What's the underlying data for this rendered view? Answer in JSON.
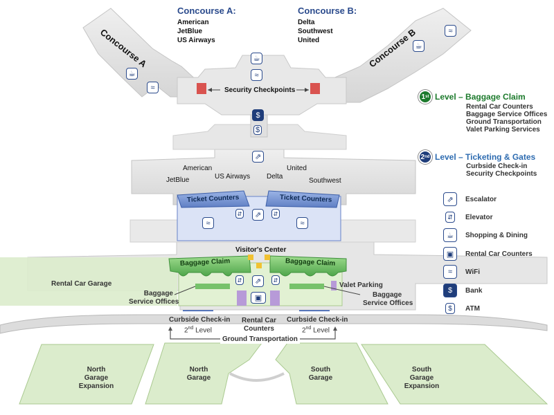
{
  "concourse_a": {
    "heading": "Concourse A:",
    "airlines": [
      "American",
      "JetBlue",
      "US Airways"
    ],
    "building_label": "Concourse A"
  },
  "concourse_b": {
    "heading": "Concourse B:",
    "airlines": [
      "Delta",
      "Southwest",
      "United"
    ],
    "building_label": "Concourse B"
  },
  "security_checkpoints": "Security Checkpoints",
  "ticketing_airlines": {
    "american": "American",
    "jetblue": "JetBlue",
    "us_airways": "US Airways",
    "united": "United",
    "delta": "Delta",
    "southwest": "Southwest"
  },
  "ticket_counters": "Ticket Counters",
  "visitors_center": "Visitor's Center",
  "baggage_claim": "Baggage Claim",
  "baggage_service_offices": [
    "Baggage",
    "Service Offices"
  ],
  "valet_parking": "Valet Parking",
  "rental_car_counters": [
    "Rental Car",
    "Counters"
  ],
  "rental_car_garage": "Rental Car Garage",
  "curbside_checkin": {
    "title": "Curbside Check-in",
    "level_num": "2",
    "level_sup": "nd",
    "level_word": "Level"
  },
  "ground_transportation": "Ground Transportation",
  "garages": {
    "north_expansion": [
      "North",
      "Garage",
      "Expansion"
    ],
    "north": [
      "North",
      "Garage"
    ],
    "south": [
      "South",
      "Garage"
    ],
    "south_expansion": [
      "South",
      "Garage",
      "Expansion"
    ]
  },
  "legend": {
    "level1": {
      "num": "1",
      "sup": "st",
      "title": "Level – Baggage Claim",
      "color": "#1c7a2c",
      "items": [
        "Rental Car Counters",
        "Baggage Service Offices",
        "Ground Transportation",
        "Valet Parking Services"
      ]
    },
    "level2": {
      "num": "2",
      "sup": "nd",
      "title": "Level – Ticketing & Gates",
      "color": "#1f3d7a",
      "items": [
        "Curbside Check-in",
        "Security Checkpoints"
      ]
    },
    "icons": [
      {
        "icon": "escalator-icon",
        "label": "Escalator"
      },
      {
        "icon": "elevator-icon",
        "label": "Elevator"
      },
      {
        "icon": "shopping-dining-icon",
        "label": "Shopping & Dining"
      },
      {
        "icon": "rental-car-icon",
        "label": "Rental Car Counters"
      },
      {
        "icon": "wifi-icon",
        "label": "WiFi"
      },
      {
        "icon": "bank-icon",
        "label": "Bank"
      },
      {
        "icon": "atm-icon",
        "label": "ATM"
      }
    ]
  },
  "colors": {
    "building": "#e3e3e3",
    "building_edge": "#bdbdbd",
    "ticket_blue": "#6f8fd0",
    "ticket_area": "#d9e1f5",
    "baggage_green": "#6fbf6a",
    "garage_green": "#dbeccc",
    "checkpoint_red": "#d9534f",
    "accent_blue": "#2a4a8c"
  }
}
